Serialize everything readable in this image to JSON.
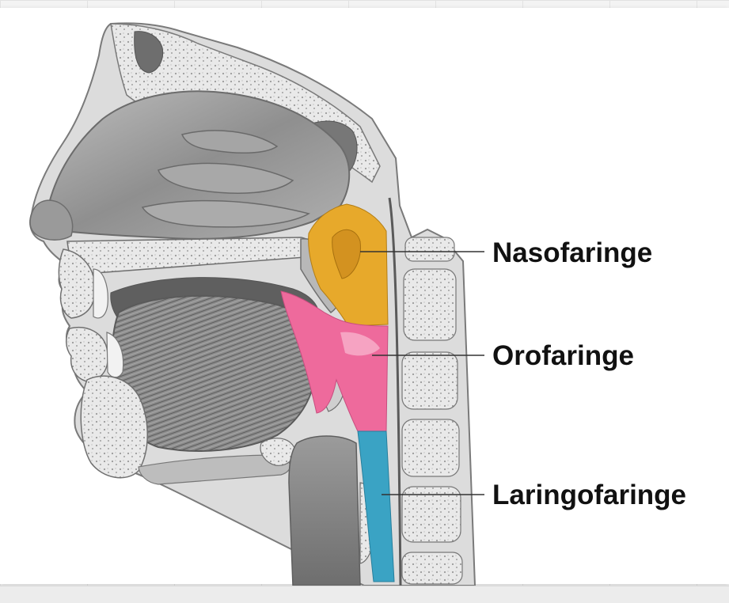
{
  "labels": {
    "nasopharynx": "Nasofaringe",
    "oropharynx": "Orofaringe",
    "laryngopharynx": "Laringofaringe"
  },
  "colors": {
    "nasopharynx": "#e7a92b",
    "oropharynx": "#ee6a9c",
    "laryngopharynx": "#3aa3c4",
    "tissue": "#9c9c9c",
    "bone": "#e8e8e8",
    "outline": "#7a7a7a"
  }
}
